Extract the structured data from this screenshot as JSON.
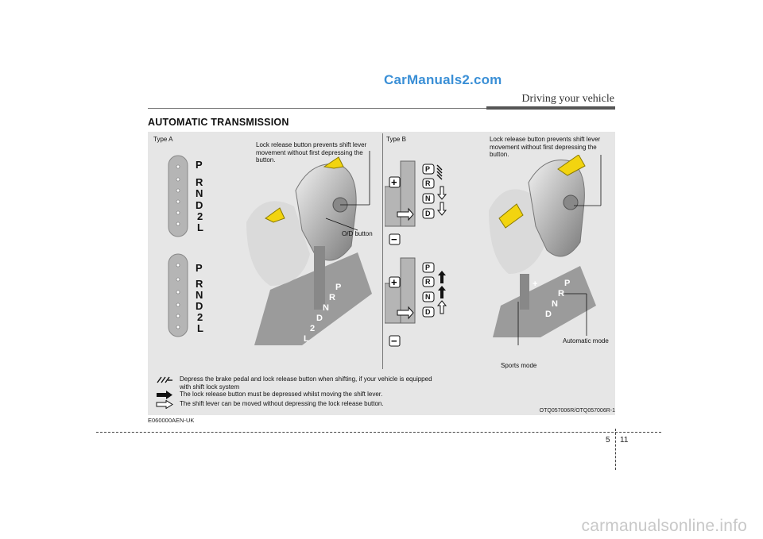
{
  "watermark_top": "CarManuals2.com",
  "chapter_title": "Driving your vehicle",
  "section_title": "AUTOMATIC TRANSMISSION",
  "type_a": {
    "label": "Type A",
    "gate_letters": [
      "P",
      "R",
      "N",
      "D",
      "2",
      "L"
    ],
    "lock_note": "Lock release button prevents shift lever movement without first depressing the button.",
    "od_label": "O/D button"
  },
  "type_b": {
    "label": "Type B",
    "gate_letters": [
      "P",
      "R",
      "N",
      "D"
    ],
    "plus": "+",
    "minus": "−",
    "lock_note": "Lock release button prevents shift lever movement without first depressing the button.",
    "automatic_mode": "Automatic mode",
    "sports_mode": "Sports mode"
  },
  "legend": [
    {
      "icon": "hatched-arrow-icon",
      "text": "Depress the brake pedal and lock release button when shifting, if your vehicle is equipped with shift lock system"
    },
    {
      "icon": "solid-arrow-icon",
      "text": "The lock release button must be depressed whilst moving the shift lever."
    },
    {
      "icon": "outline-arrow-icon",
      "text": "The shift lever can be moved without depressing the lock release button."
    }
  ],
  "figure_ref": "OTQ057006R/OTQ057006R-1",
  "doc_code": "E060000AEN-UK",
  "page": {
    "chapter": "5",
    "number": "11"
  },
  "watermark_bottom": "carmanualsonline.info",
  "colors": {
    "accent_yellow": "#f2d410",
    "panel_gray": "#e6e6e6",
    "watermark_blue": "#3a8fd6"
  }
}
